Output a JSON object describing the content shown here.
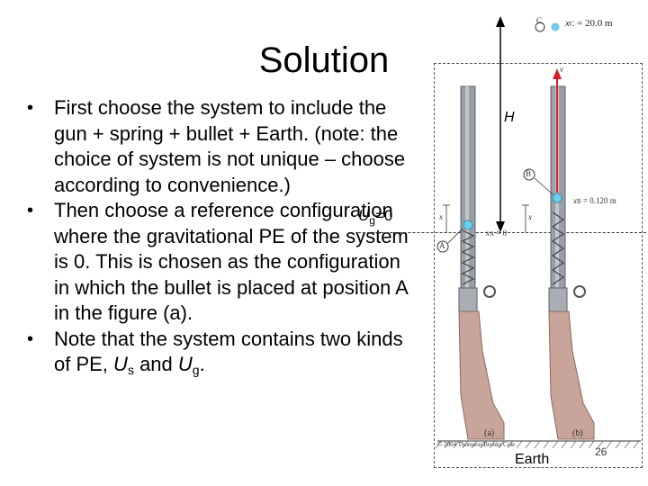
{
  "title": "Solution",
  "bullets": {
    "b1": "First choose the system to include the gun + spring + bullet + Earth. (note: the choice of system is not unique – choose according to convenience.)",
    "b2": "Then choose a reference configuration where the gravitational PE of the system is 0. This is chosen as the configuration in which the bullet is placed at position A in the figure (a).",
    "b3_pre": "Note that the system contains two kinds of PE,",
    "b3_us": "U",
    "b3_s": "s",
    "b3_and": "and",
    "b3_ug": "U",
    "b3_g": "g",
    "b3_end": "."
  },
  "ug_label": {
    "u": "U",
    "sub": "g",
    "rest": "=0"
  },
  "figure": {
    "h_label": "H",
    "xc_label": "x",
    "xc_sub": "C",
    "xc_value": "= 20.0 m",
    "xb_label": "x",
    "xb_sub": "B",
    "xb_value": "= 0.120 m",
    "xa_label": "x",
    "xa_sub": "A",
    "xa_value": "= 0",
    "point_a": "A",
    "point_b": "B",
    "point_c": "C",
    "v_label": "v",
    "x_left": "x",
    "x_right": "x",
    "panel_a": "(a)",
    "panel_b": "(b)",
    "copyright": "© 2004 Thomson/Brooks Cole",
    "earth": "Earth"
  },
  "page_number": "26",
  "colors": {
    "bullet_glow": "#6ad0ee",
    "velocity_arrow": "#d42020",
    "gun_barrel": "#9a9ea6",
    "gun_stock": "#c8a49a"
  }
}
